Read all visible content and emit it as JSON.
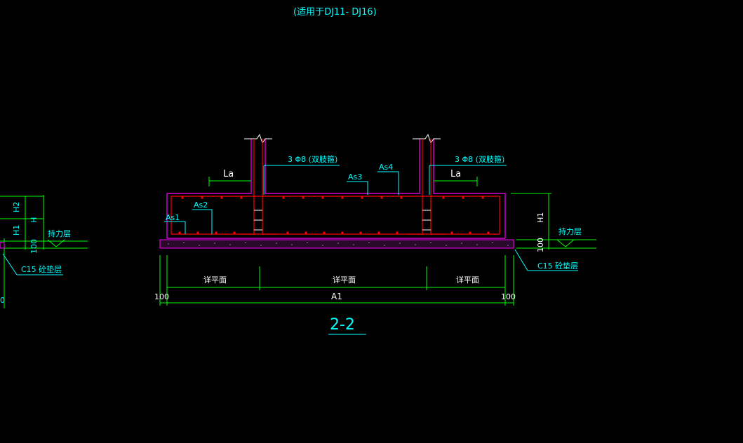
{
  "header": {
    "applicability_note": "(适用于DJ11- DJ16)"
  },
  "section": {
    "label": "2-2"
  },
  "rebar": {
    "stirrup_left": "3 Φ8 (双肢箍)",
    "stirrup_right": "3 Φ8 (双肢箍)",
    "as1": "As1",
    "as2": "As2",
    "as3": "As3",
    "as4": "As4",
    "la_left": "La",
    "la_right": "La"
  },
  "dimensions": {
    "h2": "H2",
    "h": "H",
    "h1_left": "H1",
    "h1_right": "H1",
    "cushion_left": "100",
    "cushion_right": "100",
    "edge_left": "100",
    "edge_right": "100",
    "total_width": "A1",
    "plan_ref_left": "详平面",
    "plan_ref_mid": "详平面",
    "plan_ref_right": "详平面",
    "partial_left": "0"
  },
  "strata": {
    "bearing_left": "持力层",
    "bearing_right": "持力层",
    "cushion_left": "C15 砼垫层",
    "cushion_right": "C15 砼垫层"
  },
  "colors": {
    "background": "#000000",
    "outline": "#ff00ff",
    "rebar": "#ff0000",
    "dimension": "#00ff00",
    "text": "#00ffff",
    "stirrup": "#ffffff"
  }
}
